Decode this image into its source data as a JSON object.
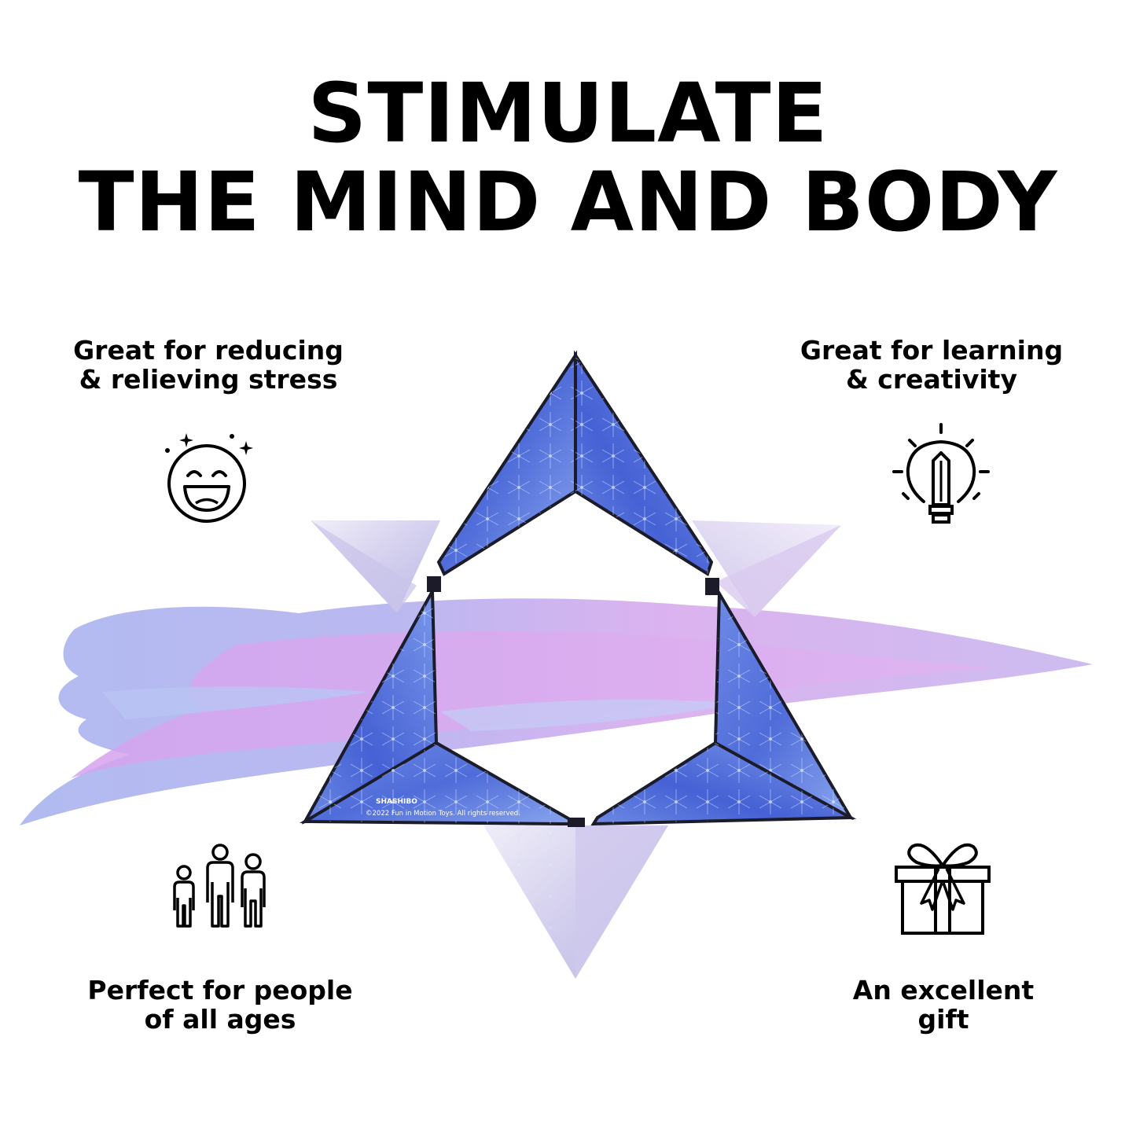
{
  "headline": {
    "line1": "STIMULATE",
    "line2": "THE MIND AND BODY"
  },
  "features": {
    "stress": {
      "line1": "Great for reducing",
      "line2": "& relieving stress",
      "icon": "smiley-face-icon"
    },
    "learning": {
      "line1": "Great for learning",
      "line2": "& creativity",
      "icon": "lightbulb-pencil-icon"
    },
    "ages": {
      "line1": "Perfect for people",
      "line2": "of all ages",
      "icon": "family-icon"
    },
    "gift": {
      "line1": "An excellent",
      "line2": "gift",
      "icon": "gift-box-icon"
    }
  },
  "product": {
    "brand": "SHASHIBO",
    "copyright": "©2022 Fun in Motion Toys. All rights reserved."
  },
  "colors": {
    "text": "#000000",
    "background": "#ffffff",
    "star_blue": "#4a66d8",
    "star_pale": "#dcd9f2",
    "brush_pink": "#d9a8ec",
    "brush_blue": "#9aa8ea"
  }
}
